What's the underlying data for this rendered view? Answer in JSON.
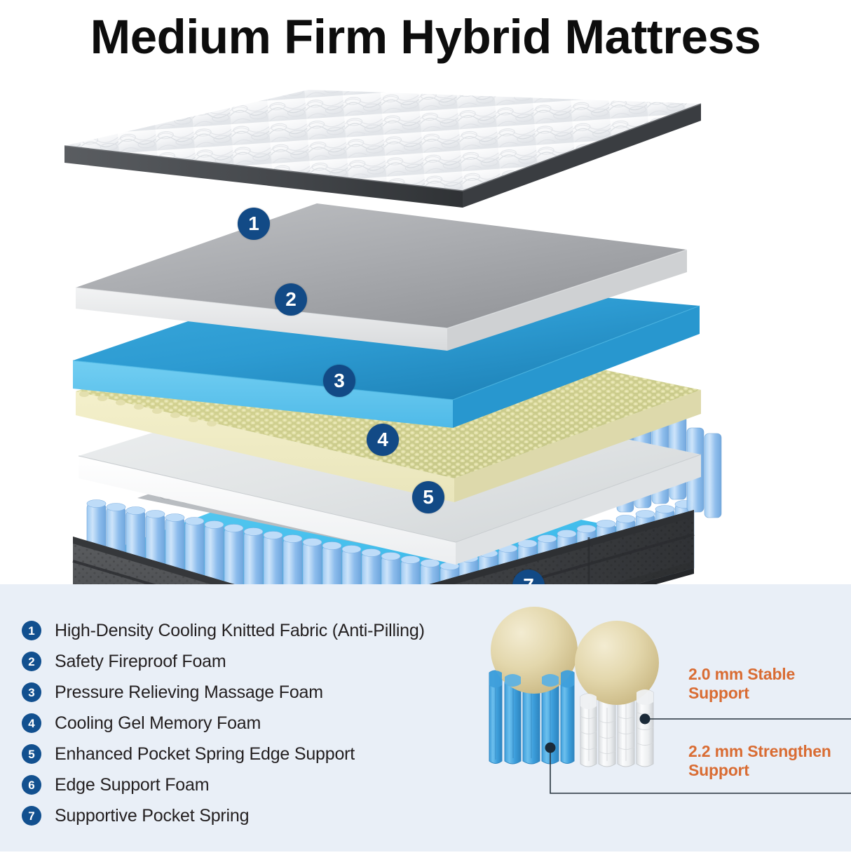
{
  "header": {
    "title": "Medium Firm Hybrid Mattress"
  },
  "colors": {
    "badge_navy": "#124a86",
    "panel_background": "#e9eff7",
    "annotation_orange": "#d96c33",
    "title_black": "#0d0d0d",
    "layer_fabric_white": "#f2f4f6",
    "layer_fireproof_grey": "#a8a9ab",
    "layer_massage_blue": "#2e9fd4",
    "layer_gel_cream": "#ece3b0",
    "layer_edge_white": "#eceeef",
    "layer_pocket_blue": "#8fc2f0",
    "layer_base_foam_blue": "#3dbdee",
    "base_fabric_charcoal": "#4a4a4c"
  },
  "diagram": {
    "name": "exploded-mattress-layers",
    "callouts": [
      {
        "id": "1",
        "layer": "High-Density Cooling Knitted Fabric (Anti-Pilling)"
      },
      {
        "id": "2",
        "layer": "Safety Fireproof Foam"
      },
      {
        "id": "3",
        "layer": "Pressure Relieving Massage Foam"
      },
      {
        "id": "4",
        "layer": "Cooling Gel Memory Foam"
      },
      {
        "id": "5",
        "layer": "Enhanced Pocket Spring Edge Support"
      },
      {
        "id": "6",
        "layer": "Edge Support Foam"
      },
      {
        "id": "7",
        "layer": "Supportive Pocket Spring"
      }
    ]
  },
  "legend": {
    "items": [
      {
        "number": "1",
        "label": "High-Density Cooling Knitted Fabric (Anti-Pilling)"
      },
      {
        "number": "2",
        "label": "Safety Fireproof Foam"
      },
      {
        "number": "3",
        "label": "Pressure Relieving Massage Foam"
      },
      {
        "number": "4",
        "label": "Cooling Gel Memory Foam"
      },
      {
        "number": "5",
        "label": "Enhanced Pocket Spring Edge Support"
      },
      {
        "number": "6",
        "label": "Edge Support Foam"
      },
      {
        "number": "7",
        "label": "Supportive Pocket Spring"
      }
    ]
  },
  "spring_comparison": {
    "name": "pocket-spring-gauge-comparison",
    "annotations": [
      {
        "value": "2.0 mm Stable",
        "value2": "Support",
        "target": "white-pocket-spring"
      },
      {
        "value": "2.2 mm Strengthen",
        "value2": "Support",
        "target": "blue-pocket-spring"
      }
    ],
    "top_note_line1": "2.0 mm Stable",
    "top_note_line2": "Support",
    "bottom_note_line1": "2.2 mm Strengthen",
    "bottom_note_line2": "Support"
  }
}
